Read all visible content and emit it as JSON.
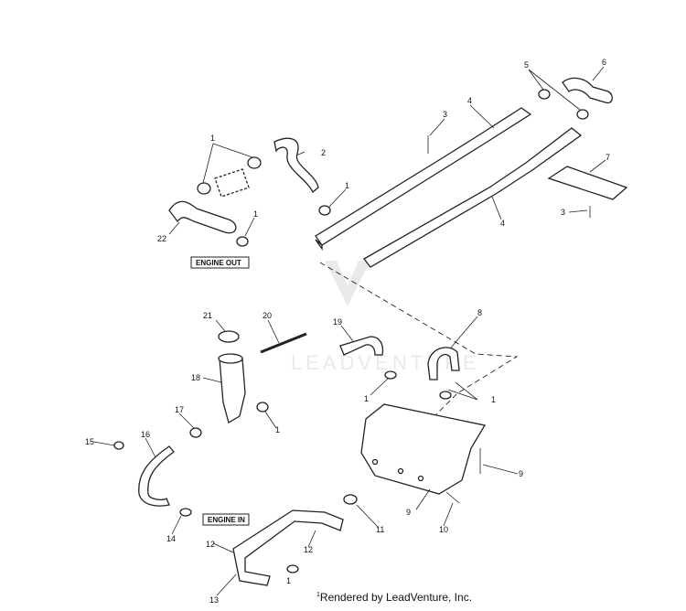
{
  "diagram": {
    "callouts": {
      "c1a": "1",
      "c1b": "1",
      "c1c": "1",
      "c1d": "1",
      "c1e": "1",
      "c1f": "1",
      "c1g": "1",
      "c2": "2",
      "c3a": "3",
      "c3b": "3",
      "c4a": "4",
      "c4b": "4",
      "c5": "5",
      "c6": "6",
      "c7": "7",
      "c8": "8",
      "c9a": "9",
      "c9b": "9",
      "c10": "10",
      "c11": "11",
      "c12a": "12",
      "c12b": "12",
      "c13": "13",
      "c14": "14",
      "c15": "15",
      "c16": "16",
      "c17": "17",
      "c18": "18",
      "c19": "19",
      "c20": "20",
      "c21": "21",
      "c22": "22"
    },
    "boxes": {
      "engine_out": "ENGINE OUT",
      "engine_in": "ENGINE IN"
    },
    "watermark": "LEADVENTURE"
  },
  "credit": {
    "mark": "1",
    "text": "Rendered by LeadVenture, Inc."
  }
}
